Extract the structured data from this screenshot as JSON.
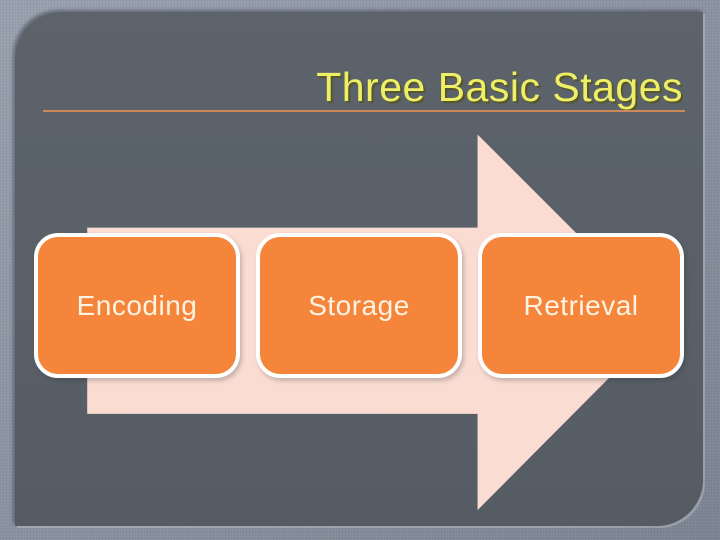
{
  "slide": {
    "title": "Three Basic Stages",
    "stages": [
      {
        "label": "Encoding"
      },
      {
        "label": "Storage"
      },
      {
        "label": "Retrieval"
      }
    ],
    "arrow_icon": "right-arrow",
    "colors": {
      "outer_bg_top": "#99a1af",
      "outer_bg_bottom": "#7c8493",
      "panel_bg": "#596067",
      "title_text": "#efef66",
      "title_shadow": "#56562a",
      "rule": "#cc8a5a",
      "arrow_fill": "#fbdcd2",
      "stage_fill": "#f6853c",
      "stage_border": "#ffffff",
      "stage_text": "#fcf3e2"
    }
  }
}
